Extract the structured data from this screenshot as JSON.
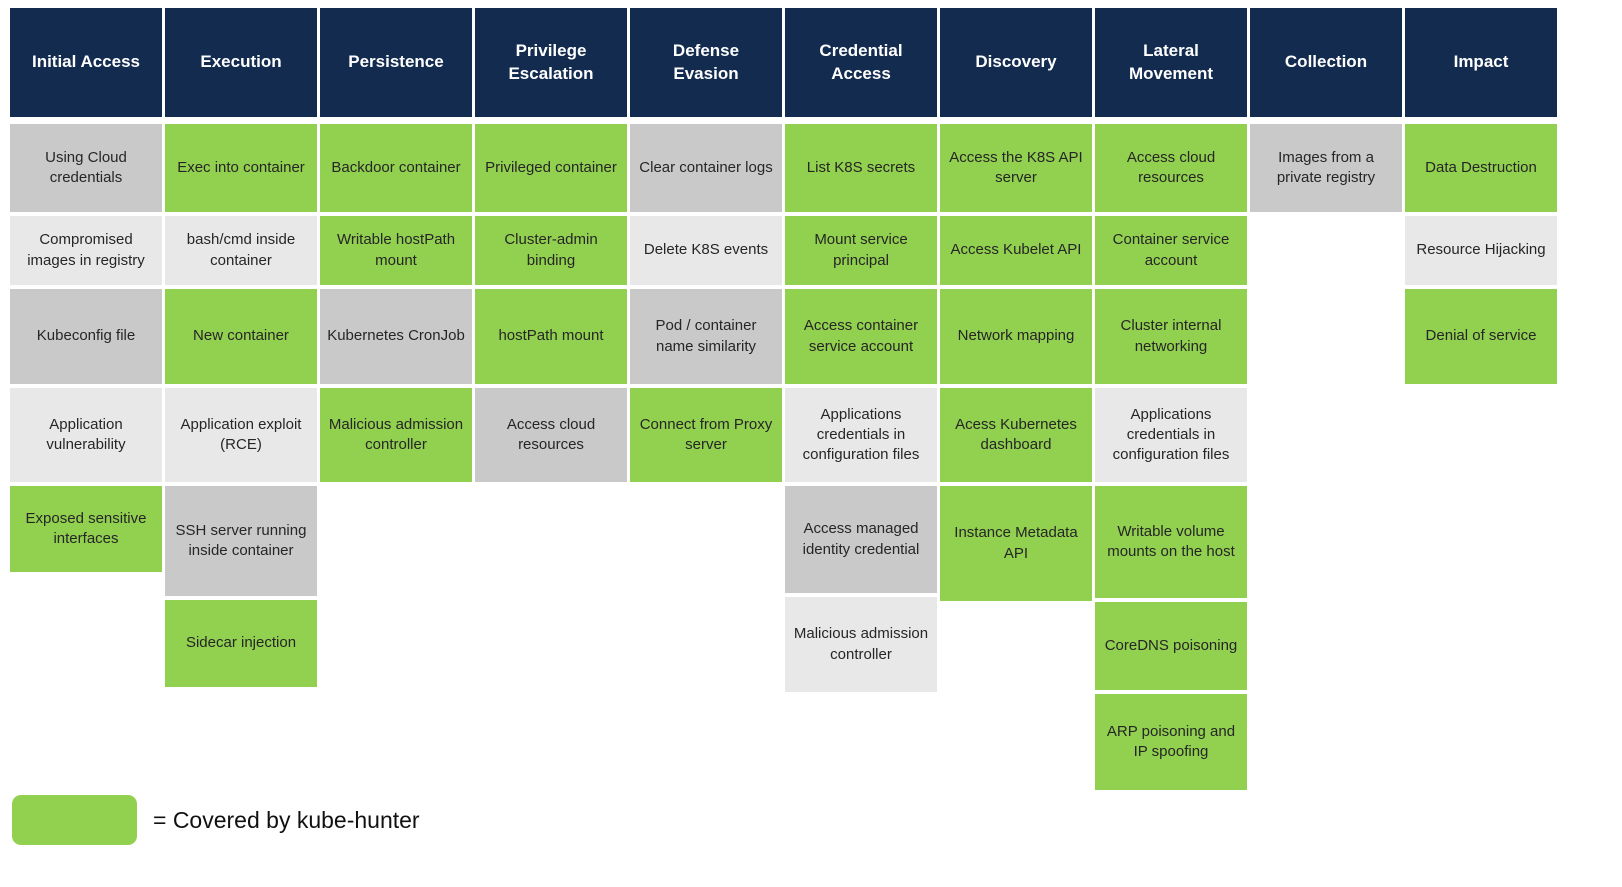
{
  "colors": {
    "header_bg": "#122b4f",
    "header_text": "#ffffff",
    "covered_green": "#92d050",
    "gray_dark": "#c9c9c9",
    "gray_light": "#e8e8e8",
    "cell_text": "#262626"
  },
  "legend": {
    "label": "= Covered by kube-hunter"
  },
  "matrix": {
    "columns": [
      {
        "id": "initial-access",
        "title": "Initial Access",
        "cells": [
          {
            "label": "Using Cloud credentials",
            "style": "gray-dark",
            "covered": false
          },
          {
            "label": "Compromised images in registry",
            "style": "gray-light",
            "covered": false
          },
          {
            "label": "Kubeconfig file",
            "style": "gray-dark",
            "covered": false
          },
          {
            "label": "Application vulnerability",
            "style": "gray-light",
            "covered": false
          },
          {
            "label": "Exposed sensitive interfaces",
            "style": "green",
            "covered": true
          }
        ]
      },
      {
        "id": "execution",
        "title": "Execution",
        "cells": [
          {
            "label": "Exec into container",
            "style": "green",
            "covered": true
          },
          {
            "label": "bash/cmd inside container",
            "style": "gray-light",
            "covered": false
          },
          {
            "label": "New container",
            "style": "green",
            "covered": true
          },
          {
            "label": "Application exploit (RCE)",
            "style": "gray-light",
            "covered": false
          },
          {
            "label": "SSH server running inside container",
            "style": "gray-dark",
            "covered": false
          },
          {
            "label": "Sidecar injection",
            "style": "green",
            "covered": true
          }
        ]
      },
      {
        "id": "persistence",
        "title": "Persistence",
        "cells": [
          {
            "label": "Backdoor container",
            "style": "green",
            "covered": true
          },
          {
            "label": "Writable hostPath mount",
            "style": "green",
            "covered": true
          },
          {
            "label": "Kubernetes CronJob",
            "style": "gray-dark",
            "covered": false
          },
          {
            "label": "Malicious admission controller",
            "style": "green",
            "covered": true
          }
        ]
      },
      {
        "id": "privilege-escalation",
        "title": "Privilege Escalation",
        "cells": [
          {
            "label": "Privileged container",
            "style": "green",
            "covered": true
          },
          {
            "label": "Cluster-admin binding",
            "style": "green",
            "covered": true
          },
          {
            "label": "hostPath mount",
            "style": "green",
            "covered": true
          },
          {
            "label": "Access cloud resources",
            "style": "gray-dark",
            "covered": false
          }
        ]
      },
      {
        "id": "defense-evasion",
        "title": "Defense Evasion",
        "cells": [
          {
            "label": "Clear container logs",
            "style": "gray-dark",
            "covered": false
          },
          {
            "label": "Delete K8S events",
            "style": "gray-light",
            "covered": false
          },
          {
            "label": "Pod / container name similarity",
            "style": "gray-dark",
            "covered": false
          },
          {
            "label": "Connect from Proxy server",
            "style": "green",
            "covered": true
          }
        ]
      },
      {
        "id": "credential-access",
        "title": "Credential Access",
        "cells": [
          {
            "label": "List K8S secrets",
            "style": "green",
            "covered": true
          },
          {
            "label": "Mount service principal",
            "style": "green",
            "covered": true
          },
          {
            "label": "Access container service account",
            "style": "green",
            "covered": true
          },
          {
            "label": "Applications credentials in configuration files",
            "style": "gray-light",
            "covered": false
          },
          {
            "label": "Access managed identity credential",
            "style": "gray-dark",
            "covered": false
          },
          {
            "label": "Malicious admission controller",
            "style": "gray-light",
            "covered": false
          }
        ]
      },
      {
        "id": "discovery",
        "title": "Discovery",
        "cells": [
          {
            "label": "Access the K8S API server",
            "style": "green",
            "covered": true
          },
          {
            "label": "Access Kubelet API",
            "style": "green",
            "covered": true
          },
          {
            "label": "Network mapping",
            "style": "green",
            "covered": true
          },
          {
            "label": "Acess Kubernetes dashboard",
            "style": "green",
            "covered": true
          },
          {
            "label": "Instance Metadata API",
            "style": "green",
            "covered": true
          }
        ]
      },
      {
        "id": "lateral-movement",
        "title": "Lateral Movement",
        "cells": [
          {
            "label": "Access cloud resources",
            "style": "green",
            "covered": true
          },
          {
            "label": "Container service account",
            "style": "green",
            "covered": true
          },
          {
            "label": "Cluster internal networking",
            "style": "green",
            "covered": true
          },
          {
            "label": "Applications credentials in configuration files",
            "style": "gray-light",
            "covered": false
          },
          {
            "label": "Writable volume mounts on the host",
            "style": "green",
            "covered": true
          },
          {
            "label": "CoreDNS poisoning",
            "style": "green",
            "covered": true
          },
          {
            "label": "ARP poisoning and IP spoofing",
            "style": "green",
            "covered": true
          }
        ]
      },
      {
        "id": "collection",
        "title": "Collection",
        "cells": [
          {
            "label": "Images from a private registry",
            "style": "gray-dark",
            "covered": false
          }
        ]
      },
      {
        "id": "impact",
        "title": "Impact",
        "cells": [
          {
            "label": "Data Destruction",
            "style": "green",
            "covered": true
          },
          {
            "label": "Resource Hijacking",
            "style": "gray-light",
            "covered": false
          },
          {
            "label": "Denial of service",
            "style": "green",
            "covered": true
          }
        ]
      }
    ]
  }
}
